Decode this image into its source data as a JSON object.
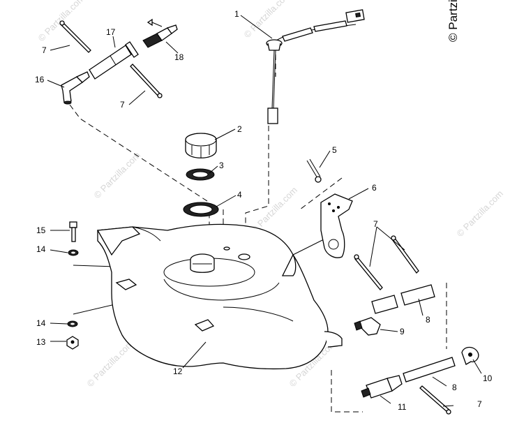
{
  "watermark": "© Partzilla.com",
  "copyright": "© Partzilla",
  "callouts": [
    "1",
    "2",
    "3",
    "4",
    "5",
    "6",
    "7",
    "7",
    "7",
    "7",
    "8",
    "8",
    "9",
    "10",
    "11",
    "12",
    "13",
    "14",
    "14",
    "15",
    "16",
    "17",
    "18"
  ]
}
